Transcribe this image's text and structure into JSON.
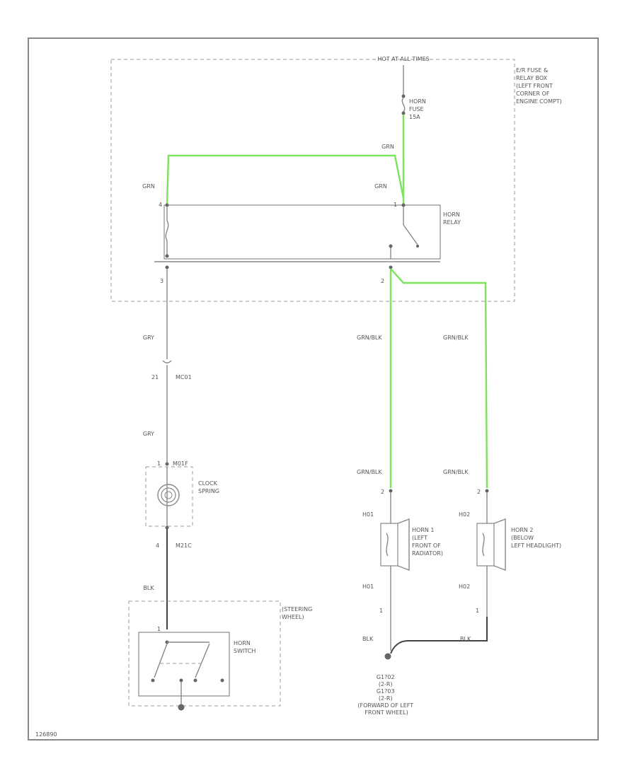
{
  "colors": {
    "hot_wire": "#7de35c",
    "wire": "#888888",
    "ground_wire": "#444444",
    "border": "#888888"
  },
  "power": {
    "label": "HOT AT ALL TIMES"
  },
  "fuse_box": {
    "label": [
      "E/R FUSE &",
      "RELAY BOX",
      "(LEFT FRONT",
      "CORNER OF",
      "ENGINE COMPT)"
    ]
  },
  "fuse": {
    "label": [
      "HORN",
      "FUSE",
      "15A"
    ]
  },
  "relay": {
    "label": [
      "HORN",
      "RELAY"
    ],
    "pins": {
      "p4": "4",
      "p1": "1",
      "p3": "3",
      "p2": "2"
    }
  },
  "wires": {
    "fuse_to_relay_top": "GRN",
    "relay_pin4": "GRN",
    "relay_pin1": "GRN",
    "relay_pin3_upper": "GRY",
    "relay_pin3_lower": "GRY",
    "horn1_upper": "GRN/BLK",
    "horn2_upper": "GRN/BLK",
    "horn1_lower": "GRN/BLK",
    "horn2_lower": "GRN/BLK",
    "switch_feed": "BLK",
    "ground_left": "BLK",
    "ground_right": "BLK"
  },
  "connector_mc": {
    "pin": "21",
    "name": "MC01"
  },
  "clock_spring": {
    "label": [
      "CLOCK",
      "SPRING"
    ],
    "top_pin": "1",
    "top_name": "M01F",
    "bottom_pin": "4",
    "bottom_name": "M21C"
  },
  "horn1": {
    "label": [
      "HORN 1",
      "(LEFT",
      "FRONT OF",
      "RADIATOR)"
    ],
    "top_pin": "2",
    "top_conn": "H01",
    "bottom_conn": "H01",
    "bottom_pin": "1"
  },
  "horn2": {
    "label": [
      "HORN 2",
      "(BELOW",
      "LEFT HEADLIGHT)"
    ],
    "top_pin": "2",
    "top_conn": "H02",
    "bottom_conn": "H02",
    "bottom_pin": "1"
  },
  "steering_wheel": {
    "label": [
      "(STEERING",
      "WHEEL)"
    ],
    "pin": "1"
  },
  "horn_switch": {
    "label": [
      "HORN",
      "SWITCH"
    ]
  },
  "ground": {
    "label": [
      "G1?02",
      "(2-R)",
      "G1?03",
      "(2-R)",
      "(FORWARD OF LEFT",
      "FRONT WHEEL)"
    ]
  },
  "figure_id": "126890"
}
